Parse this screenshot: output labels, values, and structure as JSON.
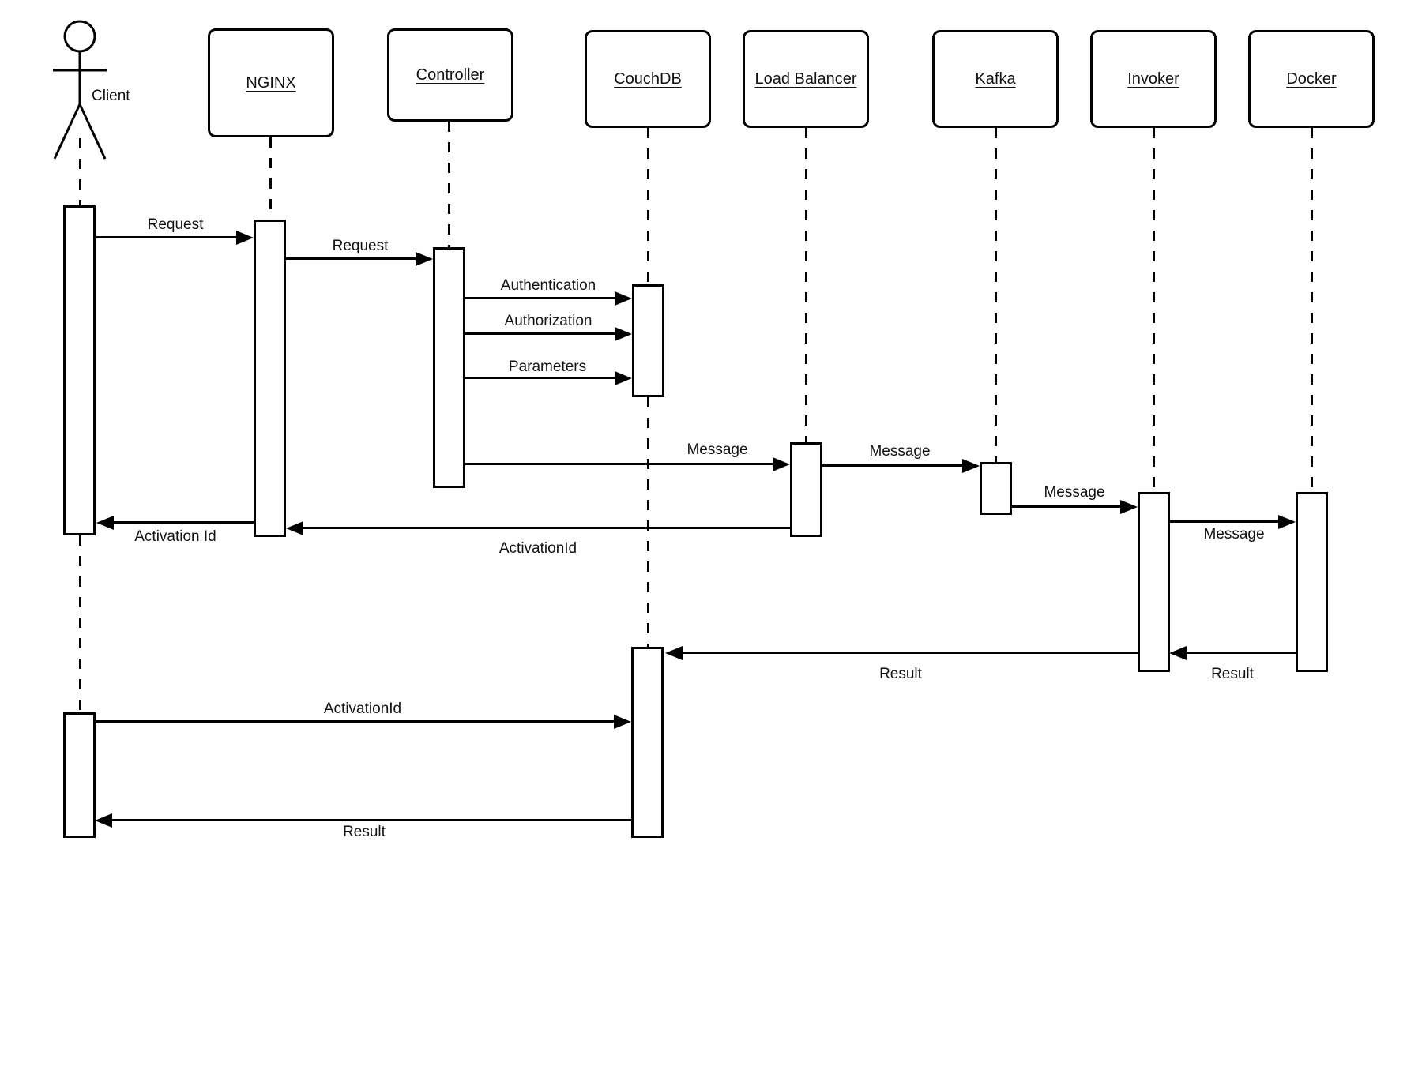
{
  "diagram": {
    "type": "uml-sequence-diagram",
    "background_color": "#ffffff",
    "stroke_color": "#000000",
    "participants": [
      {
        "id": "client",
        "label": "Client",
        "kind": "actor"
      },
      {
        "id": "nginx",
        "label": "NGINX",
        "kind": "object"
      },
      {
        "id": "controller",
        "label": "Controller",
        "kind": "object"
      },
      {
        "id": "couchdb",
        "label": "CouchDB",
        "kind": "object"
      },
      {
        "id": "loadbalancer",
        "label": "Load Balancer",
        "kind": "object"
      },
      {
        "id": "kafka",
        "label": "Kafka",
        "kind": "object"
      },
      {
        "id": "invoker",
        "label": "Invoker",
        "kind": "object"
      },
      {
        "id": "docker",
        "label": "Docker",
        "kind": "object"
      }
    ],
    "messages": [
      {
        "from": "client",
        "to": "nginx",
        "label": "Request"
      },
      {
        "from": "nginx",
        "to": "controller",
        "label": "Request"
      },
      {
        "from": "controller",
        "to": "couchdb",
        "label": "Authentication"
      },
      {
        "from": "controller",
        "to": "couchdb",
        "label": "Authorization"
      },
      {
        "from": "controller",
        "to": "couchdb",
        "label": "Parameters"
      },
      {
        "from": "controller",
        "to": "loadbalancer",
        "label": "Message"
      },
      {
        "from": "loadbalancer",
        "to": "kafka",
        "label": "Message"
      },
      {
        "from": "kafka",
        "to": "invoker",
        "label": "Message"
      },
      {
        "from": "invoker",
        "to": "docker",
        "label": "Message"
      },
      {
        "from": "loadbalancer",
        "to": "nginx",
        "label": "ActivationId"
      },
      {
        "from": "nginx",
        "to": "client",
        "label": "Activation Id"
      },
      {
        "from": "docker",
        "to": "invoker",
        "label": "Result"
      },
      {
        "from": "invoker",
        "to": "couchdb",
        "label": "Result"
      },
      {
        "from": "client",
        "to": "couchdb",
        "label": "ActivationId"
      },
      {
        "from": "couchdb",
        "to": "client",
        "label": "Result"
      }
    ]
  }
}
